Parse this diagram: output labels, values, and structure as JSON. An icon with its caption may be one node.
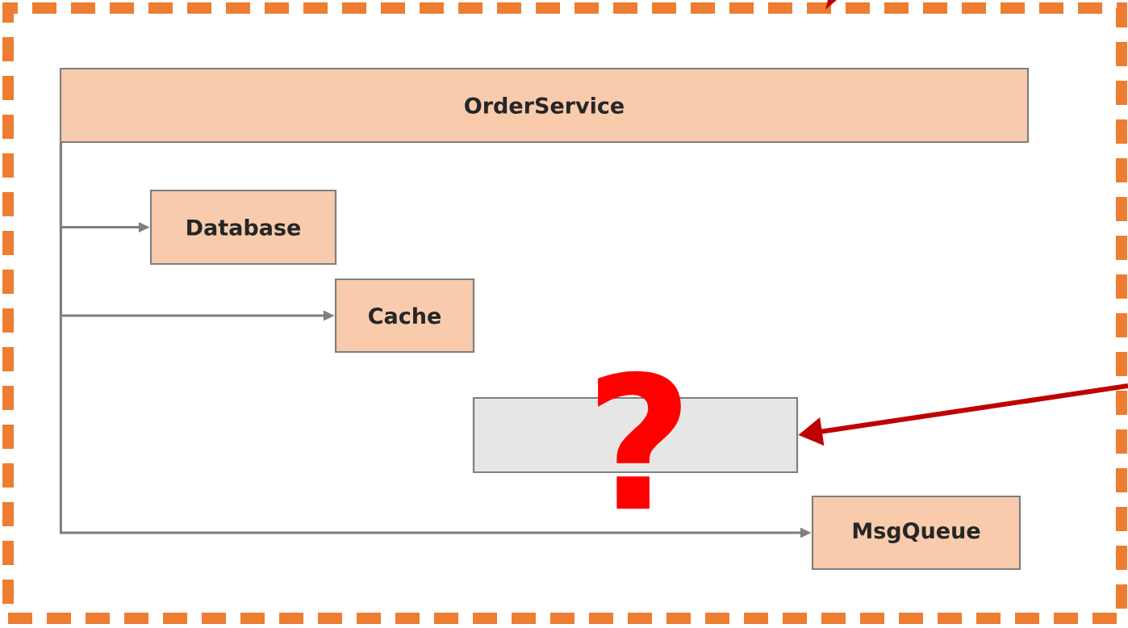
{
  "diagram": {
    "nodes": [
      {
        "text": [],
        "shape": "box"
      },
      {
        "text": [
          "OrderService"
        ],
        "in": 0
      },
      {
        "text": [
          "Database"
        ],
        "in": 0
      },
      {
        "text": [
          "Cache"
        ],
        "in": 0
      },
      {
        "text": [],
        "shape": "box",
        "in": 0
      },
      {
        "text": [
          "MsgQueue"
        ],
        "in": 0
      }
    ],
    "edges": [
      {
        "from": 1,
        "to": 2,
        "arrow": "to"
      },
      {
        "from": 1,
        "to": 3,
        "arrow": "to"
      },
      {
        "from": 1,
        "to": 5,
        "arrow": "to"
      },
      {
        "from": null,
        "to": 4,
        "arrow": "to",
        "style": "thick",
        "color": "#c00000"
      }
    ],
    "labels": [
      "?"
    ]
  }
}
